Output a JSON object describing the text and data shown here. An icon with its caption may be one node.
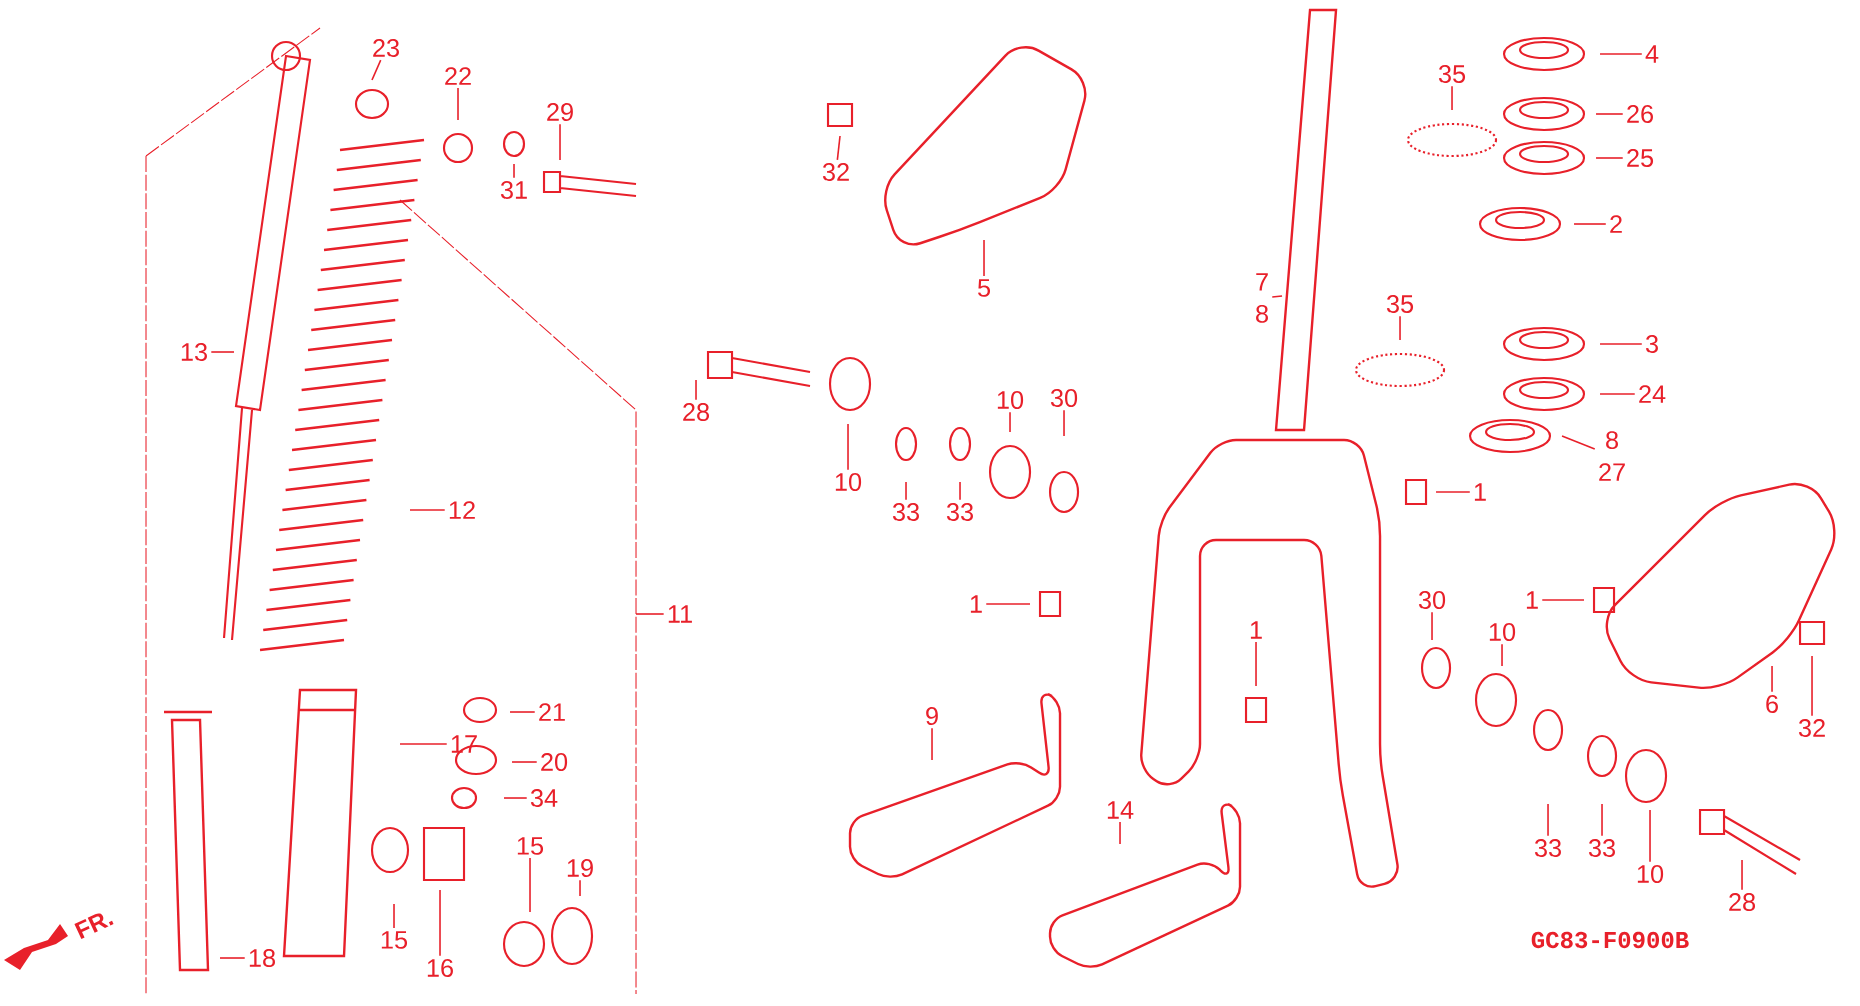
{
  "diagram": {
    "nodes": [
      {
        "text": [
          "23"
        ]
      },
      {
        "text": [
          "22"
        ]
      },
      {
        "text": [
          "29"
        ]
      },
      {
        "text": [
          "4"
        ]
      },
      {
        "text": [
          "35"
        ]
      },
      {
        "text": [
          "26"
        ]
      },
      {
        "text": [
          "25"
        ]
      },
      {
        "text": [
          "32"
        ]
      },
      {
        "text": [
          "31"
        ]
      },
      {
        "text": [
          "2"
        ]
      },
      {
        "text": [
          "5"
        ]
      },
      {
        "text": [
          "7",
          "8"
        ]
      },
      {
        "text": [
          "35"
        ]
      },
      {
        "text": [
          "3"
        ]
      },
      {
        "text": [
          "13"
        ]
      },
      {
        "text": [
          "24"
        ]
      },
      {
        "text": [
          "28"
        ]
      },
      {
        "text": [
          "30"
        ]
      },
      {
        "text": [
          "10"
        ]
      },
      {
        "text": [
          "8",
          "27"
        ]
      },
      {
        "text": [
          "10"
        ]
      },
      {
        "text": [
          "1"
        ]
      },
      {
        "text": [
          "12"
        ]
      },
      {
        "text": [
          "33"
        ]
      },
      {
        "text": [
          "33"
        ]
      },
      {
        "text": [
          "1"
        ]
      },
      {
        "text": [
          "30"
        ]
      },
      {
        "text": [
          "1"
        ]
      },
      {
        "text": [
          "11"
        ]
      },
      {
        "text": [
          "10"
        ]
      },
      {
        "text": [
          "1"
        ]
      },
      {
        "text": [
          "6"
        ]
      },
      {
        "text": [
          "21"
        ]
      },
      {
        "text": [
          "9"
        ]
      },
      {
        "text": [
          "32"
        ]
      },
      {
        "text": [
          "17"
        ]
      },
      {
        "text": [
          "20"
        ]
      },
      {
        "text": [
          "34"
        ]
      },
      {
        "text": [
          "14"
        ]
      },
      {
        "text": [
          "15"
        ]
      },
      {
        "text": [
          "33"
        ]
      },
      {
        "text": [
          "33"
        ]
      },
      {
        "text": [
          "19"
        ]
      },
      {
        "text": [
          "10"
        ]
      },
      {
        "text": [
          "28"
        ]
      },
      {
        "text": [
          "15"
        ]
      },
      {
        "text": [
          "18"
        ]
      },
      {
        "text": [
          "16"
        ]
      }
    ],
    "edges": [
      {
        "from": 0,
        "to": null,
        "arrow": "none"
      },
      {
        "from": 1,
        "to": null,
        "arrow": "none"
      },
      {
        "from": 2,
        "to": null,
        "arrow": "none"
      },
      {
        "from": 3,
        "to": null,
        "arrow": "none"
      },
      {
        "from": 4,
        "to": null,
        "arrow": "none"
      },
      {
        "from": 5,
        "to": null,
        "arrow": "none"
      },
      {
        "from": 6,
        "to": null,
        "arrow": "none"
      },
      {
        "from": 7,
        "to": null,
        "arrow": "none"
      },
      {
        "from": 8,
        "to": null,
        "arrow": "none"
      },
      {
        "from": 9,
        "to": null,
        "arrow": "none"
      },
      {
        "from": 10,
        "to": null,
        "arrow": "none"
      },
      {
        "from": 11,
        "to": null,
        "arrow": "none"
      },
      {
        "from": 12,
        "to": null,
        "arrow": "none"
      },
      {
        "from": 13,
        "to": null,
        "arrow": "none"
      },
      {
        "from": 14,
        "to": null,
        "arrow": "none"
      },
      {
        "from": 15,
        "to": null,
        "arrow": "none"
      },
      {
        "from": 16,
        "to": null,
        "arrow": "none"
      },
      {
        "from": 17,
        "to": null,
        "arrow": "none"
      },
      {
        "from": 18,
        "to": null,
        "arrow": "none"
      },
      {
        "from": 19,
        "to": null,
        "arrow": "none"
      },
      {
        "from": 20,
        "to": null,
        "arrow": "none"
      },
      {
        "from": 21,
        "to": null,
        "arrow": "none"
      },
      {
        "from": 22,
        "to": null,
        "arrow": "none"
      },
      {
        "from": 23,
        "to": null,
        "arrow": "none"
      },
      {
        "from": 24,
        "to": null,
        "arrow": "none"
      },
      {
        "from": 25,
        "to": null,
        "arrow": "none"
      },
      {
        "from": 26,
        "to": null,
        "arrow": "none"
      },
      {
        "from": 27,
        "to": null,
        "arrow": "none"
      },
      {
        "from": 28,
        "to": null,
        "arrow": "none"
      },
      {
        "from": 29,
        "to": null,
        "arrow": "none"
      },
      {
        "from": 30,
        "to": null,
        "arrow": "none"
      },
      {
        "from": 31,
        "to": null,
        "arrow": "none"
      },
      {
        "from": 32,
        "to": null,
        "arrow": "none"
      },
      {
        "from": 33,
        "to": null,
        "arrow": "none"
      },
      {
        "from": 34,
        "to": null,
        "arrow": "none"
      },
      {
        "from": 35,
        "to": null,
        "arrow": "none"
      },
      {
        "from": 36,
        "to": null,
        "arrow": "none"
      },
      {
        "from": 37,
        "to": null,
        "arrow": "none"
      },
      {
        "from": 38,
        "to": null,
        "arrow": "none"
      },
      {
        "from": 39,
        "to": null,
        "arrow": "none"
      },
      {
        "from": 40,
        "to": null,
        "arrow": "none"
      },
      {
        "from": 41,
        "to": null,
        "arrow": "none"
      },
      {
        "from": 42,
        "to": null,
        "arrow": "none"
      },
      {
        "from": 43,
        "to": null,
        "arrow": "none"
      },
      {
        "from": 44,
        "to": null,
        "arrow": "none"
      },
      {
        "from": 45,
        "to": null,
        "arrow": "none"
      },
      {
        "from": 46,
        "to": null,
        "arrow": "none"
      },
      {
        "from": 47,
        "to": null,
        "arrow": "none"
      }
    ],
    "labels": [
      "GC83-F0900B",
      "FR."
    ]
  }
}
